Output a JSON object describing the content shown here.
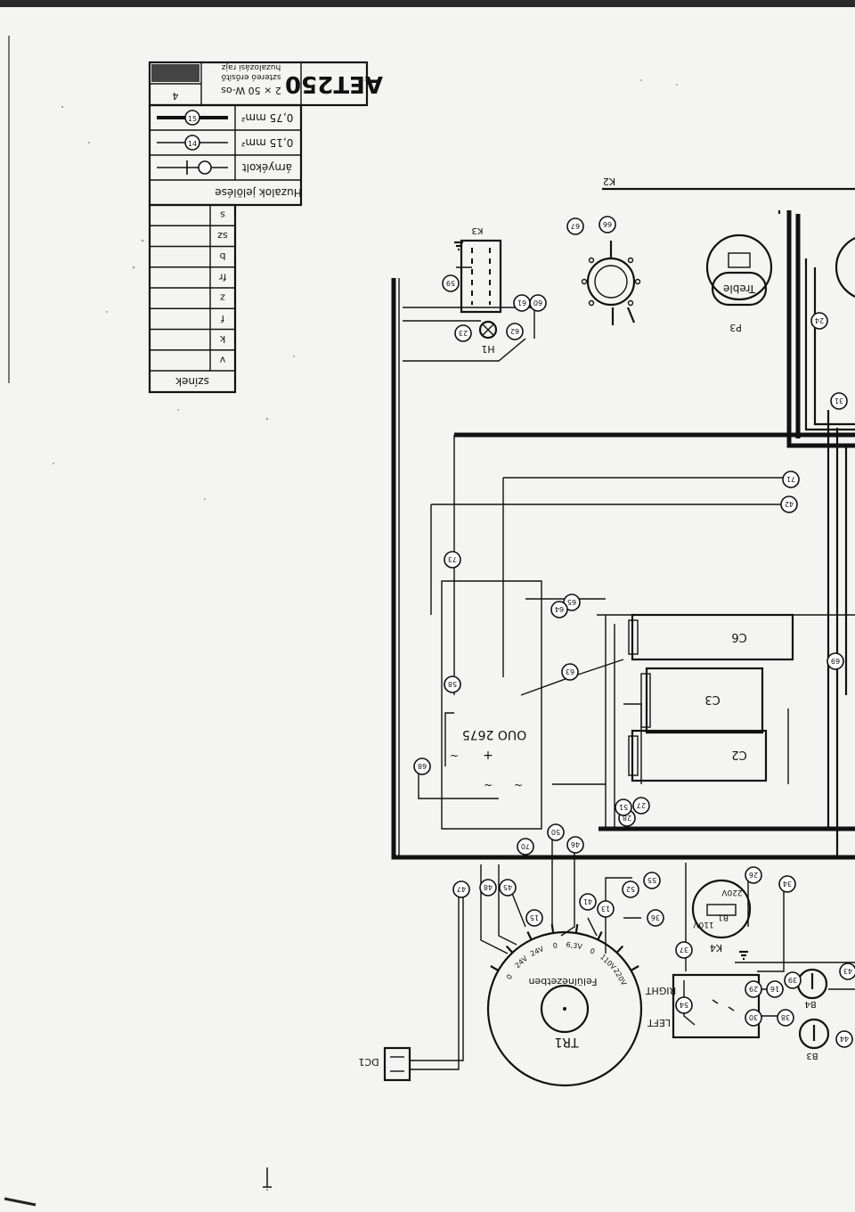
{
  "title_block": {
    "model": "AET250",
    "scale_line": "2 × 50 W-os",
    "subtitle_line1": "sztereó erősítő",
    "subtitle_line2": "huzalozási rajz",
    "corner_label": "4"
  },
  "legend": {
    "heading": "Huzalok jelölése",
    "rows": [
      {
        "label": "árnyékolt",
        "symbol": "shielded-wire"
      },
      {
        "label": "0,15 mm²",
        "symbol": "thin-wire"
      },
      {
        "label": "0,75 mm²",
        "symbol": "thick-wire"
      }
    ],
    "color_heading": "színek",
    "colors": [
      "s",
      "sz",
      "b",
      "fr",
      "z",
      "f",
      "k",
      "v"
    ]
  },
  "components": {
    "rectifier": "OUO 2675",
    "transformer_label": "TR1",
    "transformer_note": "Felülnézetben",
    "transformer_taps": [
      "0",
      "24V",
      "24V",
      "0",
      "6,3V",
      "0",
      "110V",
      "220V"
    ],
    "capacitors": [
      "C6",
      "C3",
      "C2"
    ],
    "pot": "Treble",
    "pot_ref": "P3",
    "voltage_selector": "K4",
    "voltage_options": [
      "110V",
      "220V"
    ],
    "fuse_ref": "B1",
    "lamp_ref": "H1",
    "switch_ref": "K2",
    "switch_ref2": "K3",
    "right_label": "RIGHT",
    "left_label": "LEFT",
    "b4": "B4",
    "b3": "B3",
    "dc_ref": "DC1"
  },
  "nodes": [
    "67",
    "66",
    "59",
    "60",
    "61",
    "62",
    "23",
    "24",
    "31",
    "71",
    "42",
    "73",
    "58",
    "68",
    "65",
    "64",
    "63",
    "69",
    "70",
    "50",
    "46",
    "47",
    "48",
    "45",
    "52",
    "55",
    "36",
    "37",
    "54",
    "29",
    "30",
    "34",
    "26",
    "27",
    "28",
    "16",
    "38",
    "44",
    "43",
    "41",
    "13",
    "15",
    "39",
    "51"
  ]
}
